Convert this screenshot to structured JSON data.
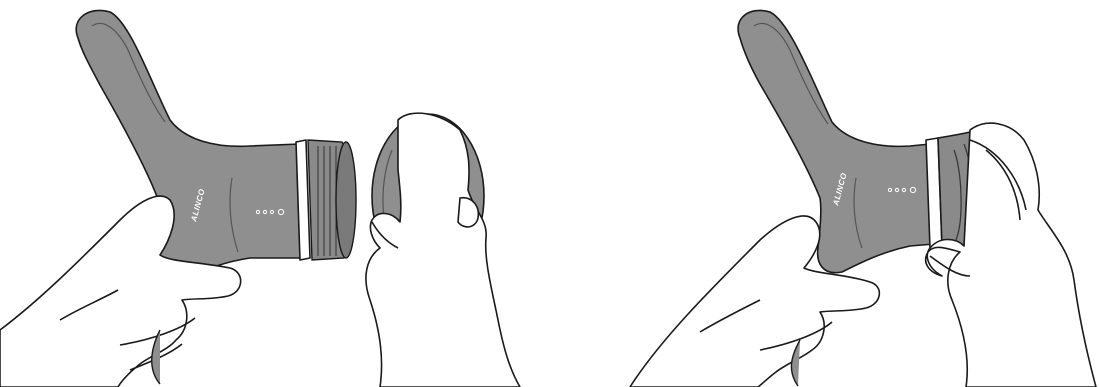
{
  "figure": {
    "panels": [
      {
        "id": "step-1",
        "brand": "ALINCO"
      },
      {
        "id": "step-2",
        "brand": "ALINCO"
      }
    ]
  },
  "colors": {
    "device_body": "#8f8f8f",
    "device_dark": "#6e6e6e",
    "device_ring": "#8a8a8a",
    "ring_band": "#ffffff",
    "outline": "#1a1a1a",
    "skin": "#ffffff"
  }
}
